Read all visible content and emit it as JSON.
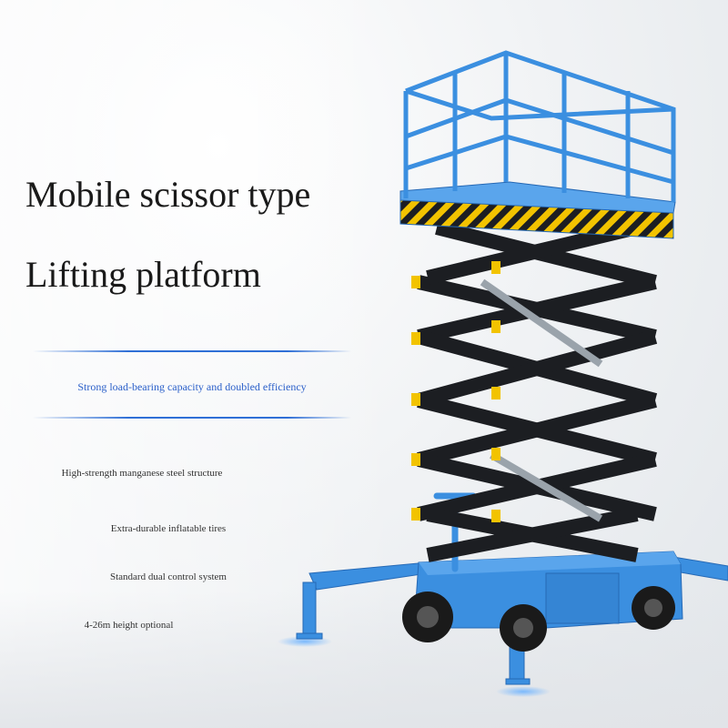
{
  "headline": {
    "line1": "Mobile scissor type",
    "line2": "Lifting platform"
  },
  "tagline": "Strong load-bearing capacity and doubled efficiency",
  "features": [
    "High-strength manganese steel structure",
    "Extra-durable inflatable tires",
    "Standard dual control system",
    "4-26m height optional"
  ],
  "colors": {
    "machine_blue": "#3b8fe0",
    "scissor_black": "#1c1e22",
    "accent_blue": "#2a5fc9",
    "hazard_yellow": "#f2c300"
  }
}
